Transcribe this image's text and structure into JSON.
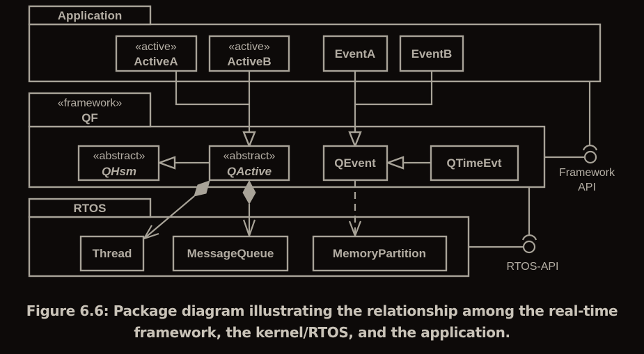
{
  "packages": {
    "application": {
      "name": "Application"
    },
    "qf": {
      "stereotype": "«framework»",
      "name": "QF"
    },
    "rtos": {
      "name": "RTOS"
    }
  },
  "classes": {
    "activeA": {
      "stereotype": "«active»",
      "name": "ActiveA"
    },
    "activeB": {
      "stereotype": "«active»",
      "name": "ActiveB"
    },
    "eventA": {
      "name": "EventA"
    },
    "eventB": {
      "name": "EventB"
    },
    "qhsm": {
      "stereotype": "«abstract»",
      "name": "QHsm"
    },
    "qactive": {
      "stereotype": "«abstract»",
      "name": "QActive"
    },
    "qevent": {
      "name": "QEvent"
    },
    "qtimeevt": {
      "name": "QTimeEvt"
    },
    "thread": {
      "name": "Thread"
    },
    "messagequeue": {
      "name": "MessageQueue"
    },
    "memorypartition": {
      "name": "MemoryPartition"
    }
  },
  "interfaces": {
    "framework_api": {
      "line1": "Framework",
      "line2": "API"
    },
    "rtos_api": {
      "label": "RTOS-API"
    }
  },
  "relationships": [
    {
      "type": "generalization",
      "from": "ActiveA",
      "to": "QActive"
    },
    {
      "type": "generalization",
      "from": "ActiveB",
      "to": "QActive"
    },
    {
      "type": "generalization",
      "from": "EventA",
      "to": "QEvent"
    },
    {
      "type": "generalization",
      "from": "EventB",
      "to": "QEvent"
    },
    {
      "type": "generalization",
      "from": "QActive",
      "to": "QHsm"
    },
    {
      "type": "generalization",
      "from": "QTimeEvt",
      "to": "QEvent"
    },
    {
      "type": "composition",
      "from": "QActive",
      "to": "Thread"
    },
    {
      "type": "composition",
      "from": "QActive",
      "to": "MessageQueue"
    },
    {
      "type": "dependency",
      "from": "QEvent",
      "to": "MemoryPartition"
    },
    {
      "type": "interface-provided",
      "from": "QF",
      "to": "Framework API"
    },
    {
      "type": "interface-required",
      "from": "Application",
      "to": "Framework API"
    },
    {
      "type": "interface-provided",
      "from": "RTOS",
      "to": "RTOS-API"
    },
    {
      "type": "interface-required",
      "from": "QF",
      "to": "RTOS-API"
    }
  ],
  "caption": {
    "line1": "Figure 6.6: Package diagram illustrating the relationship among the real-time",
    "line2": "framework, the kernel/RTOS, and the application."
  },
  "colors": {
    "background": "#0d0a09",
    "stroke": "#a8a398",
    "text": "#b3ada3"
  }
}
